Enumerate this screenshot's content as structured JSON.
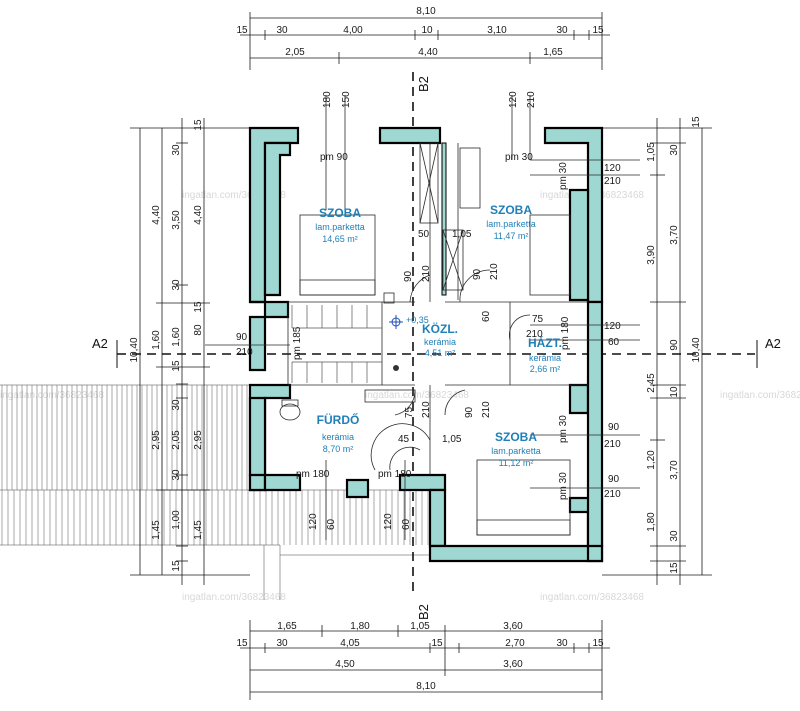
{
  "top_dims": {
    "row1": [
      "8,10"
    ],
    "row2": [
      "15",
      "30",
      "4,00",
      "10",
      "3,10",
      "30",
      "15"
    ],
    "row3": [
      "2,05",
      "4,40",
      "1,65"
    ]
  },
  "bottom_dims": {
    "row1": [
      "1,65",
      "1,80",
      "1,05",
      "3,60"
    ],
    "row2": [
      "15",
      "30",
      "4,05",
      "15",
      "2,70",
      "30",
      "15"
    ],
    "row3": [
      "4,50",
      "3,60"
    ],
    "row4": [
      "8,10"
    ]
  },
  "left_dims": {
    "col1": [
      "10,40"
    ],
    "col2": [
      "4,40",
      "1,60",
      "2,95",
      "1,45"
    ],
    "col3": [
      "30",
      "3,50",
      "30",
      "1,60",
      "15",
      "30",
      "2,05",
      "30",
      "1,00",
      "15"
    ],
    "col4": [
      "15",
      "4,40",
      "15",
      "80",
      "2,95",
      "1,45"
    ]
  },
  "right_dims": {
    "col1": [
      "1,05",
      "3,70",
      "3,70"
    ],
    "col2": [
      "30",
      "3,90",
      "90",
      "2,45",
      "10",
      "1,20",
      "1,80",
      "30",
      "15"
    ],
    "col3": [
      "15",
      "10,40"
    ]
  },
  "section_labels": {
    "a_left": "A2",
    "a_right": "A2",
    "b_top": "B2",
    "b_bottom": "B2"
  },
  "rooms": [
    {
      "name": "SZOBA",
      "floor": "lam.parketta",
      "area": "14,65 m²"
    },
    {
      "name": "SZOBA",
      "floor": "lam.parketta",
      "area": "11,47 m²"
    },
    {
      "name": "KÖZL.",
      "floor": "kerámia",
      "area": "4,51 m²"
    },
    {
      "name": "HÁZT.",
      "floor": "kerámia",
      "area": "2,66 m²"
    },
    {
      "name": "FÜRDŐ",
      "floor": "kerámia",
      "area": "8,70 m²"
    },
    {
      "name": "SZOBA",
      "floor": "lam.parketta",
      "area": "11,12 m²"
    }
  ],
  "annotations": {
    "level": "+0,35",
    "pm_90": "pm 90",
    "pm_30a": "pm 30",
    "pm_30b": "pm 30",
    "pm_30c": "pm 30",
    "pm_30d": "pm 30",
    "pm_180a": "pm 180",
    "pm_180b": "pm 180",
    "pm_180c": "pm 180",
    "pm_185": "pm 185",
    "w180": "180",
    "w150": "150",
    "w120a": "120",
    "w210a": "210",
    "r120a": "120",
    "r210a": "210",
    "r120b": "120",
    "r60a": "60",
    "r90a": "90",
    "r210b": "210",
    "r90b": "90",
    "r210c": "210",
    "l90": "90",
    "l210": "210",
    "d90a": "90",
    "d210a": "210",
    "d50": "50",
    "d105a": "1,05",
    "d90b": "90",
    "d210b": "210",
    "d60a": "60",
    "d75a": "75",
    "d210c": "210",
    "d75b": "75",
    "d210d": "210",
    "d90c": "90",
    "d210e": "210",
    "d45": "45",
    "d105b": "1,05",
    "b120a": "120",
    "b60a": "60",
    "b120b": "120",
    "b60b": "60"
  },
  "watermark": "ingatlan.com/36823468"
}
